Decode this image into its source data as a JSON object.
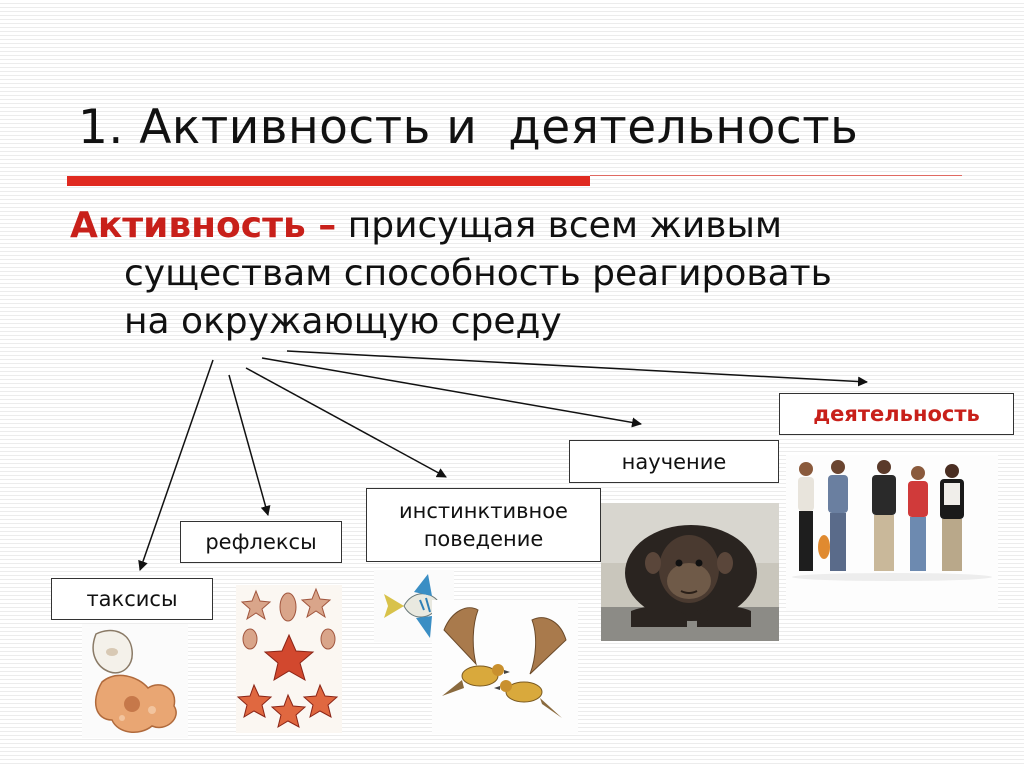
{
  "slide": {
    "title": "1. Активность и  деятельность",
    "definition": {
      "term": "Активность –",
      "line1_rest": " присущая всем живым",
      "line2": "существам способность реагировать",
      "line3": "на окружающую среду"
    }
  },
  "nodes": [
    {
      "id": "taxis",
      "label": "таксисы"
    },
    {
      "id": "reflexes",
      "label": "рефлексы"
    },
    {
      "id": "instinct",
      "label": "инстинктивное поведение"
    },
    {
      "id": "learning",
      "label": "научение"
    },
    {
      "id": "activity",
      "label": "деятельность"
    }
  ],
  "images": [
    {
      "for": "taxis",
      "subject": "amoeba-and-paramecium"
    },
    {
      "for": "reflexes",
      "subject": "starfish-and-sea-creatures"
    },
    {
      "for": "instinct",
      "subject": "fish-and-birds"
    },
    {
      "for": "learning",
      "subject": "chimpanzee"
    },
    {
      "for": "activity",
      "subject": "group-of-people"
    }
  ],
  "colors": {
    "accent_red": "#e02a20",
    "term_red": "#c8201a",
    "text": "#111111"
  }
}
